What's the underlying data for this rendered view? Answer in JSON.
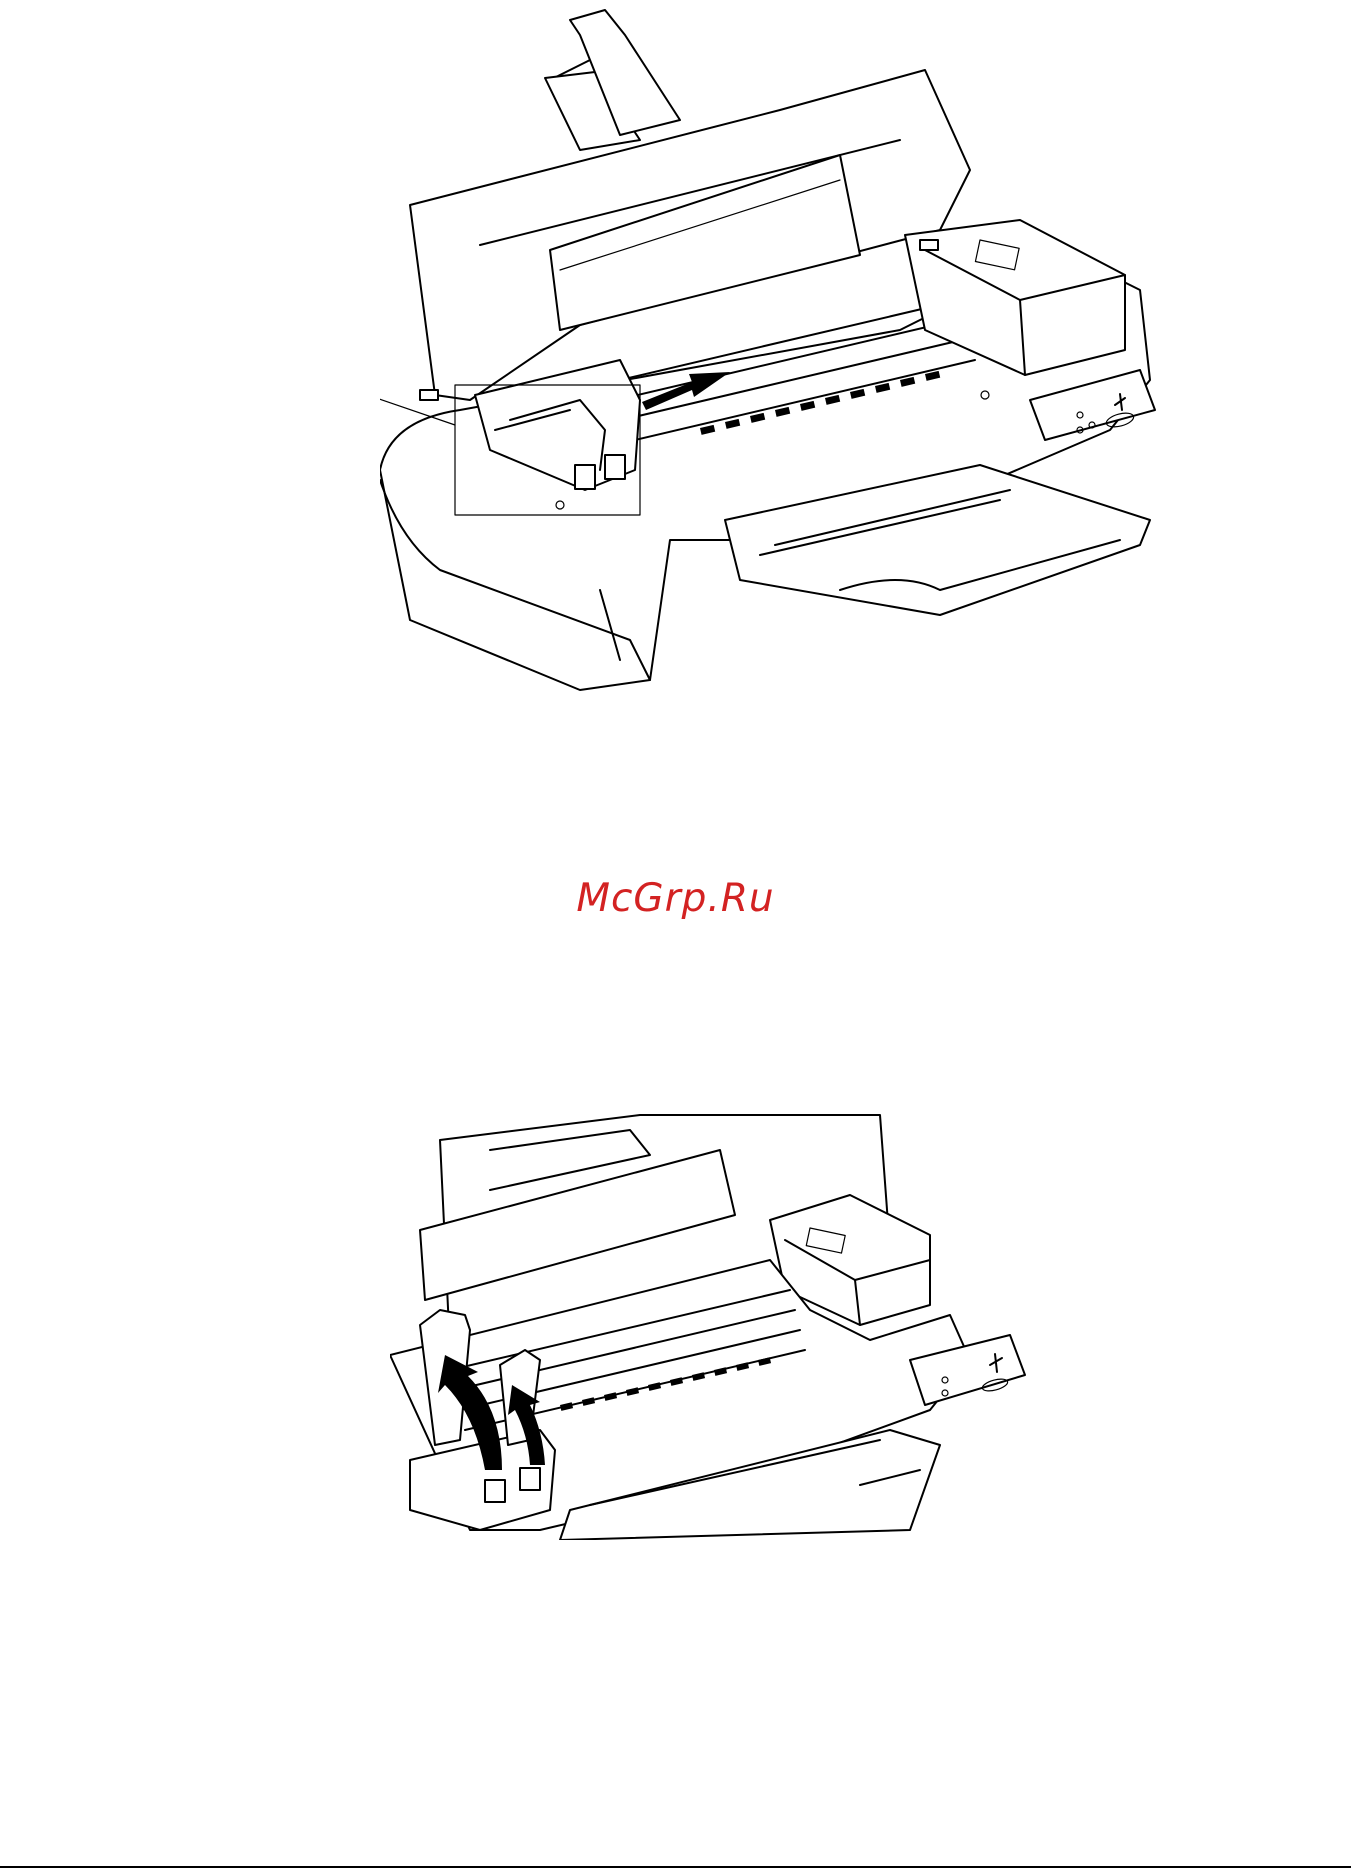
{
  "watermark": {
    "text": "McGrp.Ru",
    "color": "#d32222"
  },
  "figures": [
    {
      "name": "printer-open-cover-cartridge-moving-left",
      "arrow": "arrow-left-icon"
    },
    {
      "name": "printer-cartridge-clamps-lifted",
      "arrow": "arrow-up-curved-icon"
    }
  ]
}
